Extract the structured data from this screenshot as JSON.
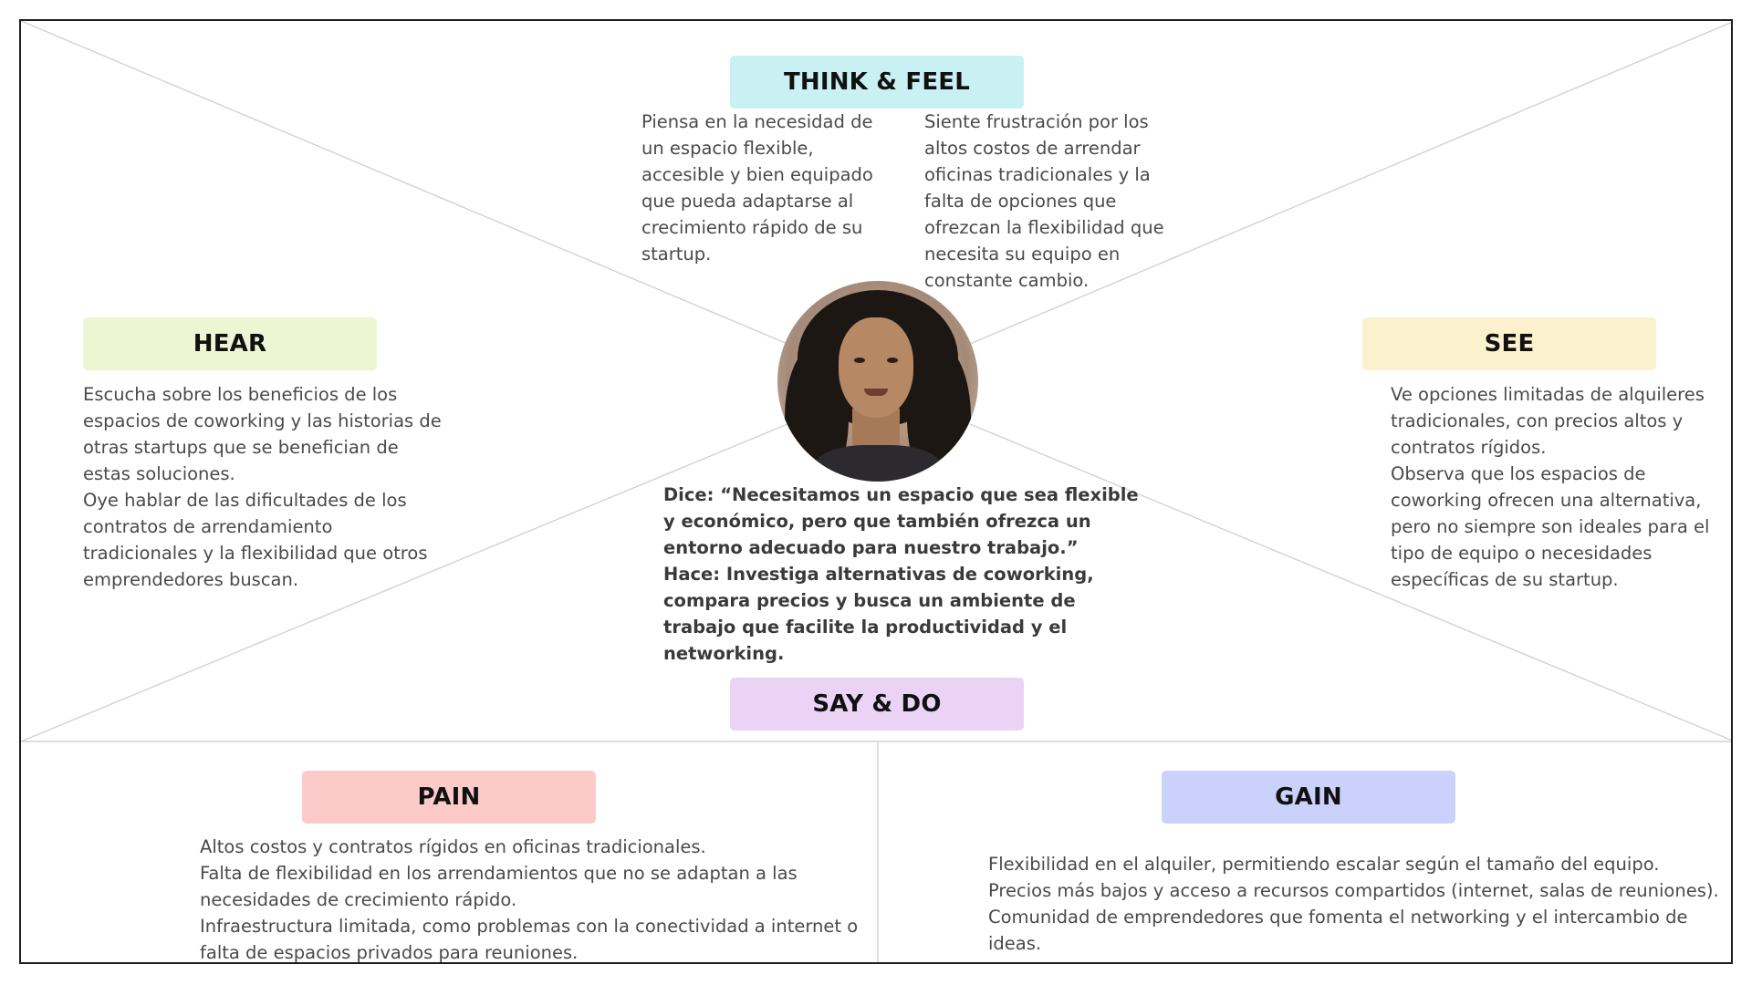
{
  "colors": {
    "think_feel": "#c9f1f3",
    "hear": "#eef5d2",
    "see": "#fbf1cd",
    "say_do": "#ebd3f6",
    "pain": "#fdcaca",
    "gain": "#cad2fb"
  },
  "avatar_icon": "user-photo",
  "think_feel": {
    "label": "THINK & FEEL",
    "think": "Piensa en la necesidad de\nun espacio flexible,\naccesible y bien equipado\nque pueda adaptarse al\ncrecimiento rápido de su\nstartup.",
    "feel": "Siente frustración por los\naltos costos de arrendar\noficinas tradicionales y la\nfalta de opciones que\nofrezcan la flexibilidad que\nnecesita su equipo en\nconstante cambio."
  },
  "hear": {
    "label": "HEAR",
    "text": "Escucha sobre los beneficios de los\nespacios de coworking y las historias de\notras startups que se benefician de\nestas soluciones.\nOye hablar de las dificultades de los\ncontratos de arrendamiento\ntradicionales y la flexibilidad que otros\nemprendedores buscan."
  },
  "see": {
    "label": "SEE",
    "text": "Ve opciones limitadas de alquileres\ntradicionales, con precios altos y\ncontratos rígidos.\nObserva que los espacios de\ncoworking ofrecen una alternativa,\npero no siempre son ideales para el\ntipo de equipo o necesidades\nespecíficas de su startup."
  },
  "say_do": {
    "label": "SAY & DO",
    "text": "Dice: “Necesitamos un espacio que sea flexible\ny económico, pero que también ofrezca un\nentorno adecuado para nuestro trabajo.”\nHace: Investiga alternativas de coworking,\ncompara precios y busca un ambiente de\ntrabajo que facilite la productividad y el\nnetworking."
  },
  "pain": {
    "label": "PAIN",
    "text": "Altos costos y contratos rígidos en oficinas tradicionales.\nFalta de flexibilidad en los arrendamientos que no se adaptan a las\nnecesidades de crecimiento rápido.\nInfraestructura limitada, como problemas con la conectividad a internet o\nfalta de espacios privados para reuniones."
  },
  "gain": {
    "label": "GAIN",
    "text": "Flexibilidad en el alquiler, permitiendo escalar según el tamaño del equipo.\nPrecios más bajos y acceso a recursos compartidos (internet, salas de reuniones).\nComunidad de emprendedores que fomenta el networking y el intercambio de\nideas."
  }
}
